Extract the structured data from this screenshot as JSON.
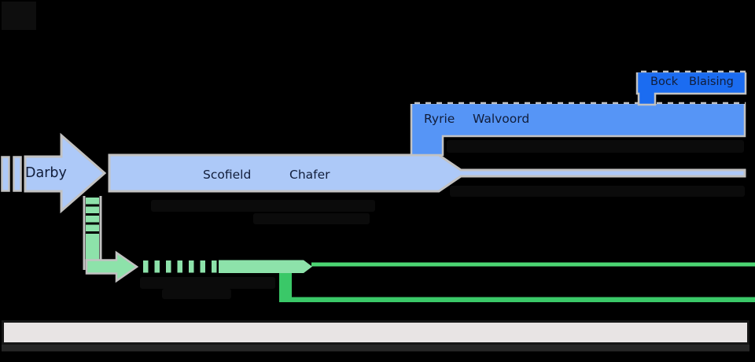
{
  "diagram": {
    "nodes": {
      "darby": {
        "label": "Darby"
      },
      "scofield": {
        "label": "Scofield"
      },
      "chafer": {
        "label": "Chafer"
      },
      "ryrie": {
        "label": "Ryrie"
      },
      "walvoord": {
        "label": "Walvoord"
      },
      "bock": {
        "label": "Bock"
      },
      "blaising": {
        "label": "Blaising"
      }
    },
    "colors": {
      "background": "#000000",
      "light_blue": "#adc9f8",
      "medium_blue": "#5695f6",
      "bright_blue": "#1b6cf1",
      "light_green": "#8de2aa",
      "bright_green": "#4cd673",
      "dark_green": "#3ac868",
      "outline_gray": "#c2c2c2",
      "timeline_bar": "#e8e4e4",
      "label_text": "#111d3a"
    }
  }
}
